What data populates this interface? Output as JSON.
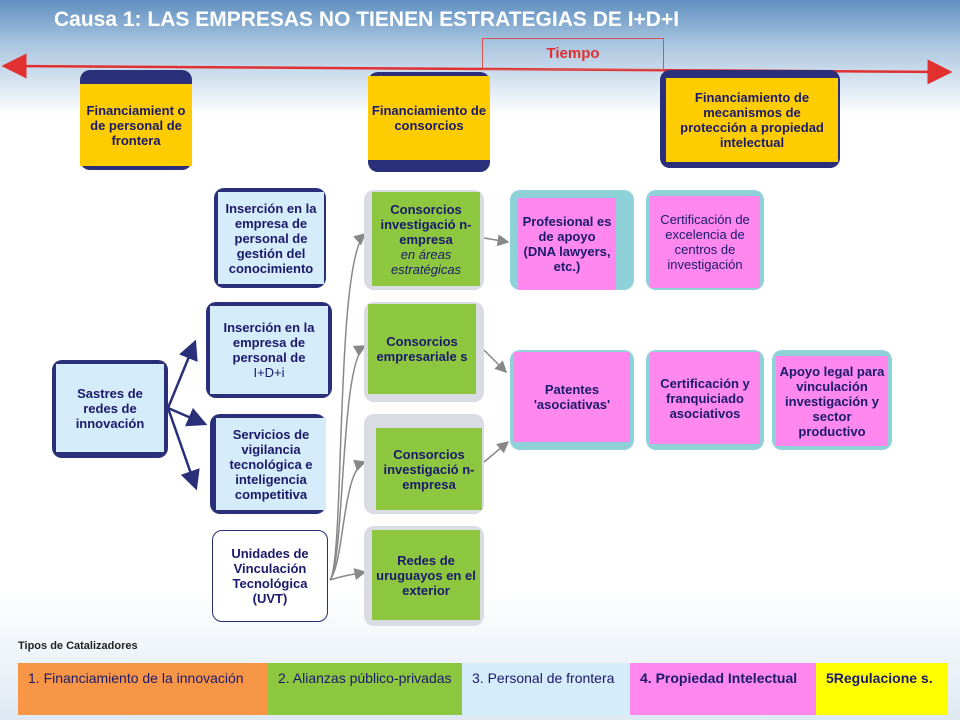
{
  "title": "Causa 1: LAS EMPRESAS NO TIENEN ESTRATEGIAS DE I+D+I",
  "timeline": {
    "label": "Tiempo"
  },
  "financing": {
    "personal": "Financiamient o de personal de frontera",
    "consorcios": "Financiamiento de consorcios",
    "mecanismos": "Financiamiento de mecanismos de protección a propiedad intelectual"
  },
  "hub": "Sastres de redes de innovación",
  "branches": {
    "gestion": "Inserción en la empresa de personal de gestión del conocimiento",
    "insercion_bold": "Inserción en la empresa de personal de",
    "insercion_rest": "I+D+i",
    "vigilancia": "Servicios de vigilancia tecnológica e inteligencia competitiva",
    "uvt": "Unidades de Vinculación Tecnológica (UVT)"
  },
  "consortia": {
    "areas_main": "Consorcios investigació n-empresa",
    "areas_italic": "en áreas estratégicas",
    "empresariales": "Consorcios empresariale s",
    "inv_empresa": "Consorcios investigació n-empresa",
    "redes": "Redes de uruguayos en el exterior"
  },
  "outcomes": {
    "profesionales": "Profesional es de apoyo (DNA lawyers, etc.)",
    "certificacion_excelencia": "Certificación de excelencia de centros de investigación",
    "patentes": "Patentes 'asociativas'",
    "certificacion_franquiciado": "Certificación y franquiciado asociativos",
    "apoyo_legal": "Apoyo legal para vinculación investigación y sector productivo"
  },
  "legend": {
    "title": "Tipos de Catalizadores",
    "items": [
      {
        "label": "1. Financiamiento de la innovación",
        "color": "#f79646"
      },
      {
        "label": "2. Alianzas público-privadas",
        "color": "#8dc63f"
      },
      {
        "label": "3. Personal de frontera",
        "color": "#d5ecfb"
      },
      {
        "label": "4.   Propiedad Intelectual",
        "color": "#ff88ee"
      },
      {
        "label": "5Regulacione s.",
        "color": "#ffff00"
      }
    ]
  },
  "colors": {
    "navy": "#2a2f7a",
    "timeline_red": "#e03030"
  }
}
